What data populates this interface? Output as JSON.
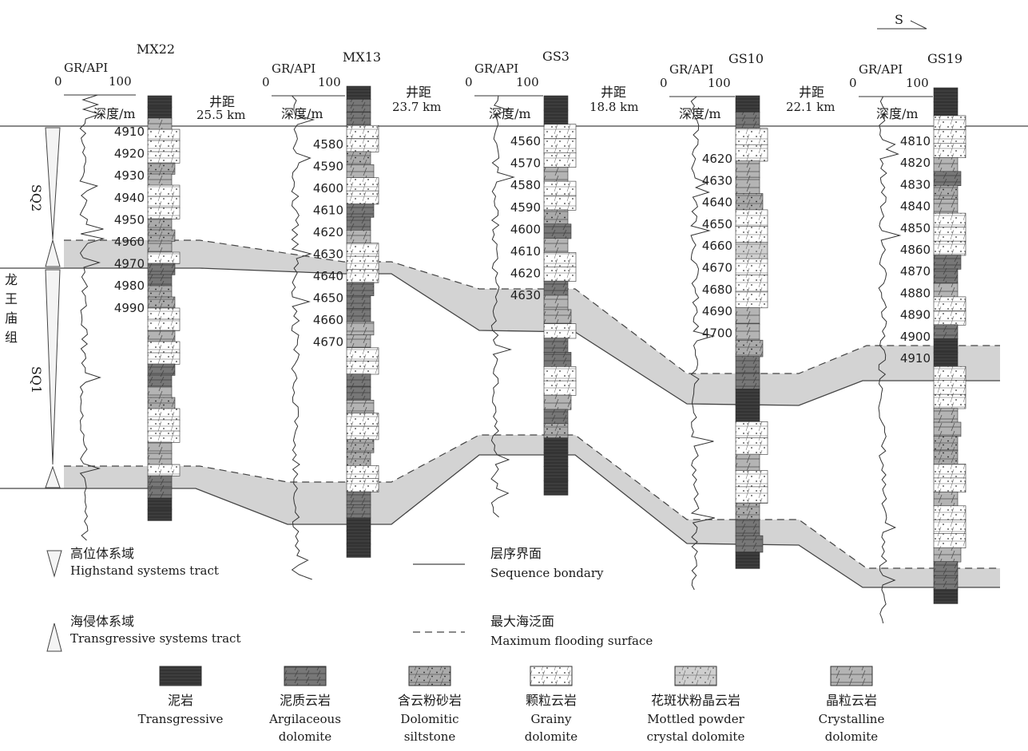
{
  "north_arrow": {
    "label": "S"
  },
  "headers": {
    "gr_label": "GR/API",
    "gr_min": "0",
    "gr_max": "100",
    "depth_label": "深度/m",
    "spacing_label": "井距"
  },
  "wells": [
    {
      "name": "MX22",
      "depths": [
        "4910",
        "4920",
        "4930",
        "4940",
        "4950",
        "4960",
        "4970",
        "4980",
        "4990"
      ]
    },
    {
      "name": "MX13",
      "depths": [
        "4580",
        "4590",
        "4600",
        "4610",
        "4620",
        "4630",
        "4640",
        "4650",
        "4660",
        "4670"
      ]
    },
    {
      "name": "GS3",
      "depths": [
        "4560",
        "4570",
        "4580",
        "4590",
        "4600",
        "4610",
        "4620",
        "4630"
      ]
    },
    {
      "name": "GS10",
      "depths": [
        "4620",
        "4630",
        "4640",
        "4650",
        "4660",
        "4670",
        "4680",
        "4690",
        "4700"
      ]
    },
    {
      "name": "GS19",
      "depths": [
        "4810",
        "4820",
        "4830",
        "4840",
        "4850",
        "4860",
        "4870",
        "4880",
        "4890",
        "4900",
        "4910"
      ]
    }
  ],
  "spacings": [
    "25.5 km",
    "23.7 km",
    "18.8 km",
    "22.1 km"
  ],
  "formation": {
    "name": "龙王庙组",
    "chars": [
      "龙",
      "王",
      "庙",
      "组"
    ]
  },
  "sequences": [
    "SQ2",
    "SQ1"
  ],
  "legend_symbols": [
    {
      "cn": "高位体系域",
      "en": "Highstand systems tract"
    },
    {
      "cn": "海侵体系域",
      "en": "Transgressive systems tract"
    }
  ],
  "legend_lines": [
    {
      "cn": "层序界面",
      "en": "Sequence bondary"
    },
    {
      "cn": "最大海泛面",
      "en": "Maximum flooding surface"
    }
  ],
  "lithologies": [
    {
      "cn": "泥岩",
      "en": [
        "Transgressive"
      ]
    },
    {
      "cn": "泥质云岩",
      "en": [
        "Argilaceous",
        "dolomite"
      ]
    },
    {
      "cn": "含云粉砂岩",
      "en": [
        "Dolomitic",
        "siltstone"
      ]
    },
    {
      "cn": "颗粒云岩",
      "en": [
        "Grainy",
        "dolomite"
      ]
    },
    {
      "cn": "花斑状粉晶云岩",
      "en": [
        "Mottled powder",
        "crystal dolomite"
      ]
    },
    {
      "cn": "晶粒云岩",
      "en": [
        "Crystalline",
        "dolomite"
      ]
    }
  ],
  "colors": {
    "shade": "#d2d2d2",
    "mudstone": "#3a3a3a",
    "argillaceous": "#6e6e6e",
    "siltstone": "#a8a8a8",
    "grainy": "#ffffff",
    "crystalline": "#b4b4b4",
    "line": "#333333"
  }
}
